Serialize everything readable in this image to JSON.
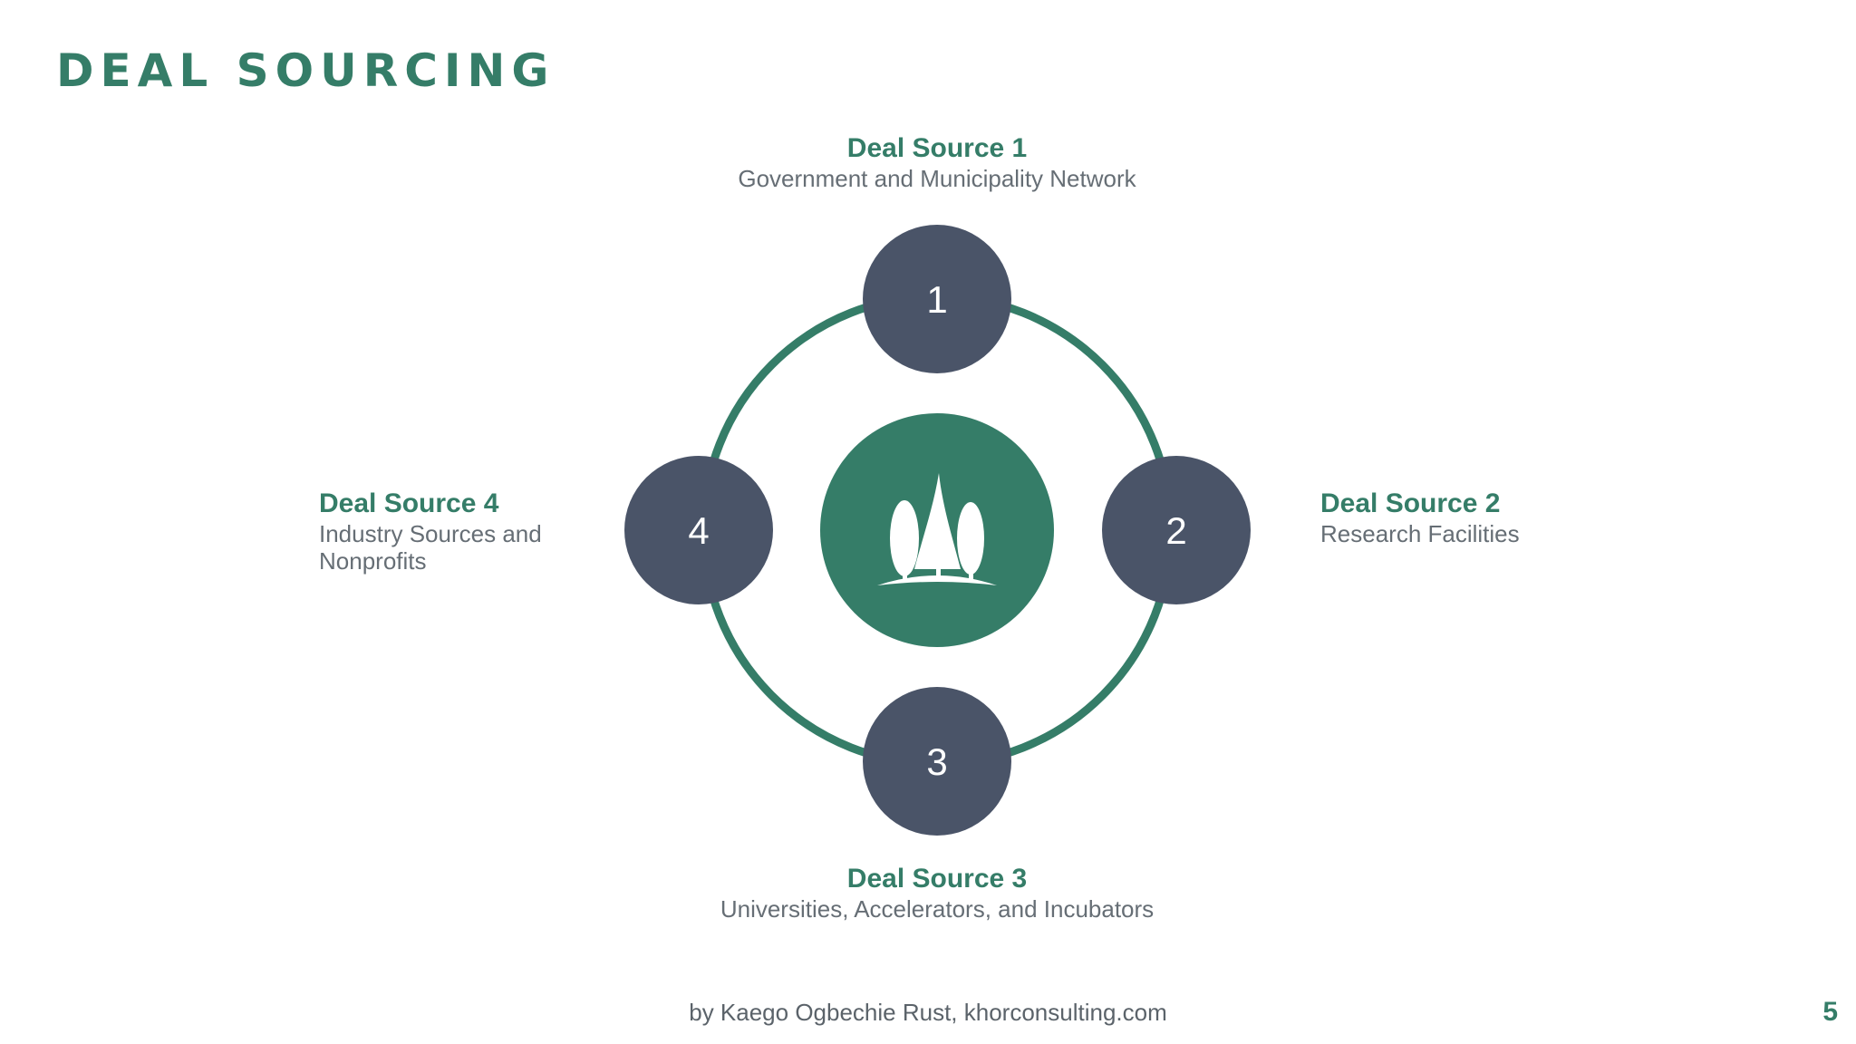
{
  "slide": {
    "title": "DEAL SOURCING",
    "footer": "by Kaego Ogbechie Rust, khorconsulting.com",
    "page_number": "5"
  },
  "diagram": {
    "center_icon": "trees-icon",
    "nodes": [
      {
        "number": "1",
        "title": "Deal Source 1",
        "description": "Government and Municipality Network"
      },
      {
        "number": "2",
        "title": "Deal Source 2",
        "description": "Research Facilities"
      },
      {
        "number": "3",
        "title": "Deal Source 3",
        "description": "Universities, Accelerators, and Incubators"
      },
      {
        "number": "4",
        "title": "Deal Source 4",
        "description": "Industry Sources and Nonprofits"
      }
    ]
  },
  "colors": {
    "accent_green": "#357d68",
    "node_slate": "#4a5468",
    "text_gray": "#666e75"
  }
}
